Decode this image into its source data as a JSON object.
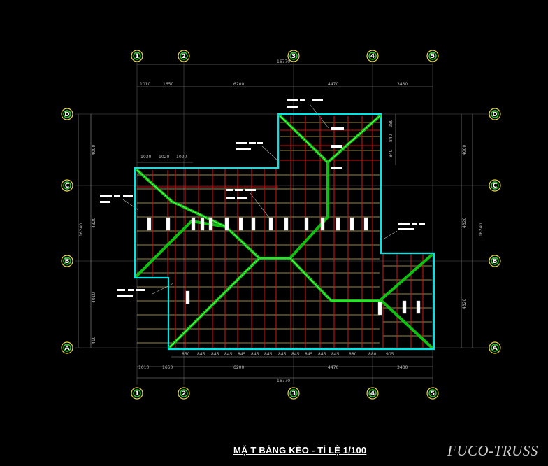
{
  "title": "MẶ T BẢNG KÈO - TỈ LỆ 1/100",
  "brand": "FUCO-TRUSS",
  "grid_columns": [
    "1",
    "2",
    "3",
    "4",
    "5"
  ],
  "grid_rows": [
    "D",
    "C",
    "B",
    "A"
  ],
  "top_total": "16770",
  "top_dims": [
    "1010",
    "1650",
    "6200",
    "4470",
    "3430"
  ],
  "sub_dims": [
    "1030",
    "1020",
    "1020"
  ],
  "right_small_dims": [
    "980",
    "840",
    "840"
  ],
  "left_dims": [
    "4000",
    "4320",
    "4010",
    "410"
  ],
  "left_total": "16240",
  "right_dims": [
    "4000",
    "4320",
    "4320"
  ],
  "right_total": "16240",
  "bottom_spacings": [
    "850",
    "845",
    "845",
    "845",
    "845",
    "845",
    "845",
    "845",
    "845",
    "845",
    "845",
    "845",
    "880",
    "880",
    "905"
  ],
  "bottom_dims": [
    "1010",
    "1650",
    "6200",
    "4470",
    "3430"
  ],
  "bottom_total": "16770",
  "colors": {
    "outline": "#00ffff",
    "hip": "#00cc00",
    "purlin": "#cc0000",
    "batten": "#c8b45a",
    "bubble": "#e6d84a"
  }
}
